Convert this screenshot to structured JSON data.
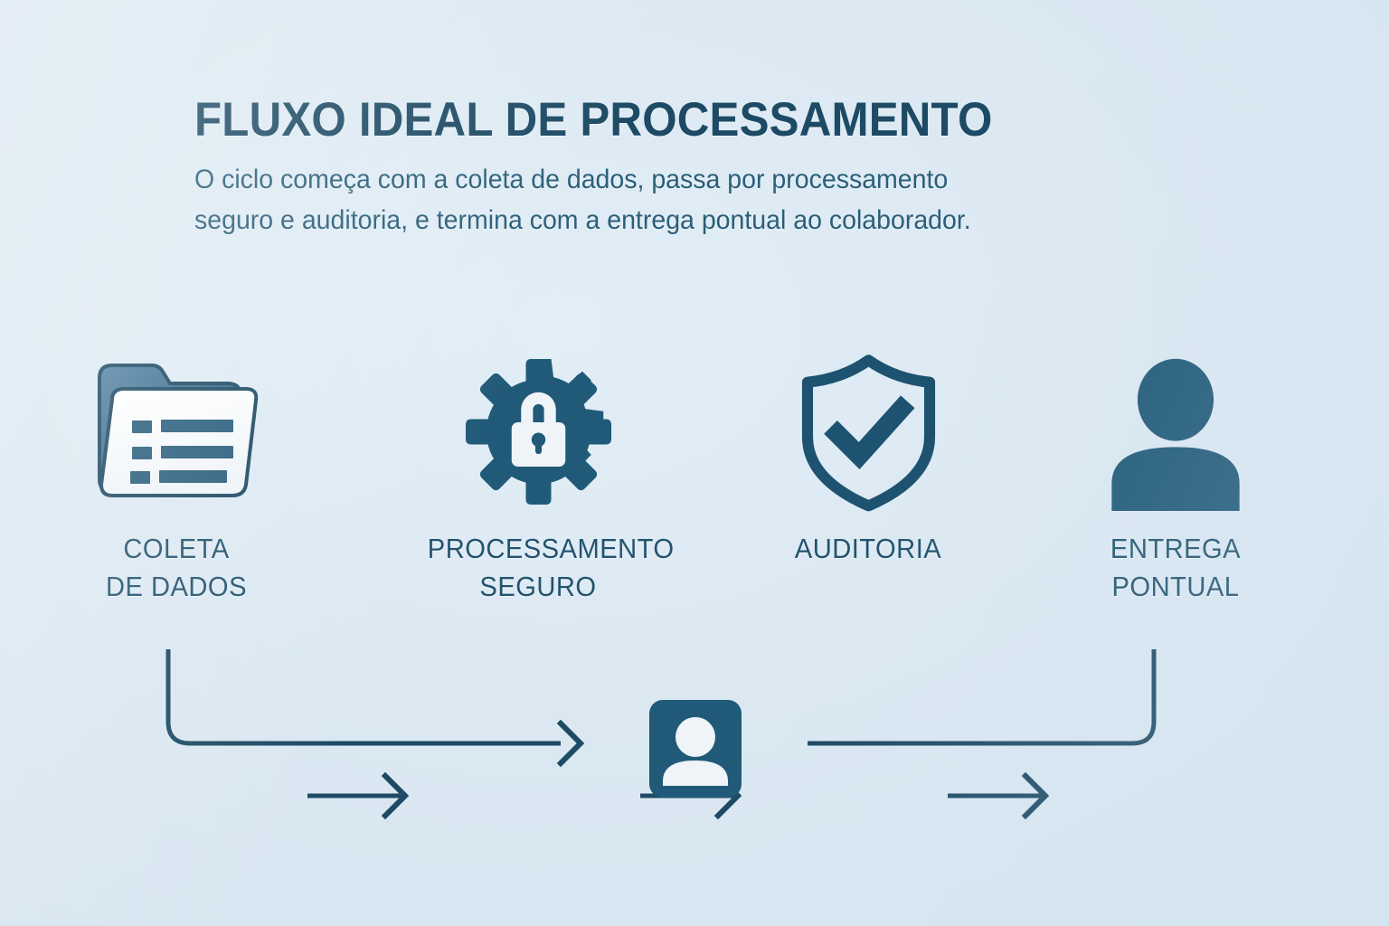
{
  "header": {
    "title": "FLUXO IDEAL DE PROCESSAMENTO",
    "subtitle_line1": "O ciclo começa com a coleta de dados, passa por processamento",
    "subtitle_line2": "seguro e auditoria, e termina com a entrega pontual ao colaborador."
  },
  "colors": {
    "background": "#dbe8f2",
    "title": "#1d4a64",
    "subtitle": "#2a5e79",
    "label": "#22536e",
    "icon_dark": "#215a78",
    "icon_stroke": "#1d4a64",
    "folder_light": "#4a7b9d",
    "folder_dark": "#2b577a",
    "icon_white": "#f2f7fa",
    "arrow": "#1d4a64"
  },
  "flow": {
    "steps": [
      {
        "id": "coleta-de-dados",
        "icon": "folder-documents-icon",
        "label_line1": "COLETA",
        "label_line2": "DE DADOS"
      },
      {
        "id": "processamento-seguro",
        "icon": "gear-lock-icon",
        "label_line1": "PROCESSAMENTO",
        "label_line2": "SEGURO"
      },
      {
        "id": "auditoria",
        "icon": "shield-check-icon",
        "label_line1": "AUDITORIA",
        "label_line2": ""
      },
      {
        "id": "entrega-pontual",
        "icon": "person-icon",
        "label_line1": "ENTREGA",
        "label_line2": "PONTUAL"
      }
    ],
    "arrows": [
      {
        "id": "arrow-coleta-to-processamento",
        "icon": "arrow-right-icon"
      },
      {
        "id": "arrow-processamento-to-auditoria",
        "icon": "arrow-right-icon"
      },
      {
        "id": "arrow-auditoria-to-entrega",
        "icon": "arrow-right-icon"
      }
    ],
    "feedback_loop": {
      "id": "feedback-loop",
      "icon": "loop-connector-icon",
      "center_icon": "employee-badge-icon"
    }
  }
}
